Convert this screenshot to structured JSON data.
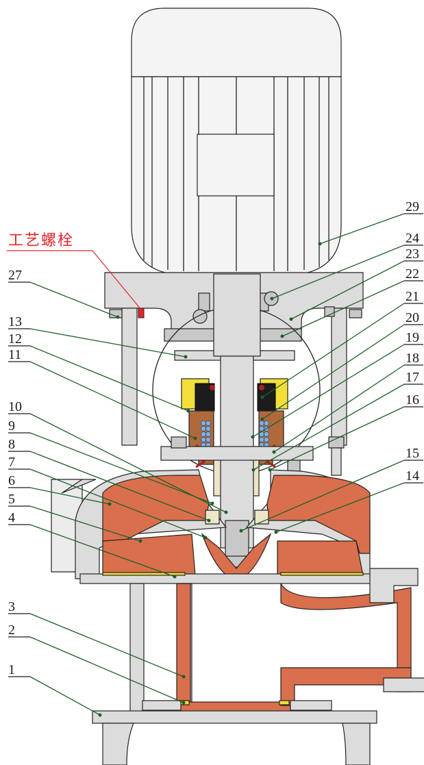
{
  "note": {
    "text": "工艺螺栓"
  },
  "labels": [
    "29",
    "24",
    "23",
    "22",
    "21",
    "20",
    "19",
    "18",
    "17",
    "16",
    "15",
    "14",
    "27",
    "13",
    "12",
    "11",
    "10",
    "9",
    "8",
    "7",
    "6",
    "5",
    "4",
    "3",
    "2",
    "1"
  ],
  "colors": {
    "lining": "#d96f4c",
    "seal_body": "#b0693d",
    "metal": "#dcdcdc",
    "bushing": "#ede5c8",
    "seal_cover": "#f2df3a",
    "leader": "#1f5f2a",
    "note": "#e0262b"
  }
}
